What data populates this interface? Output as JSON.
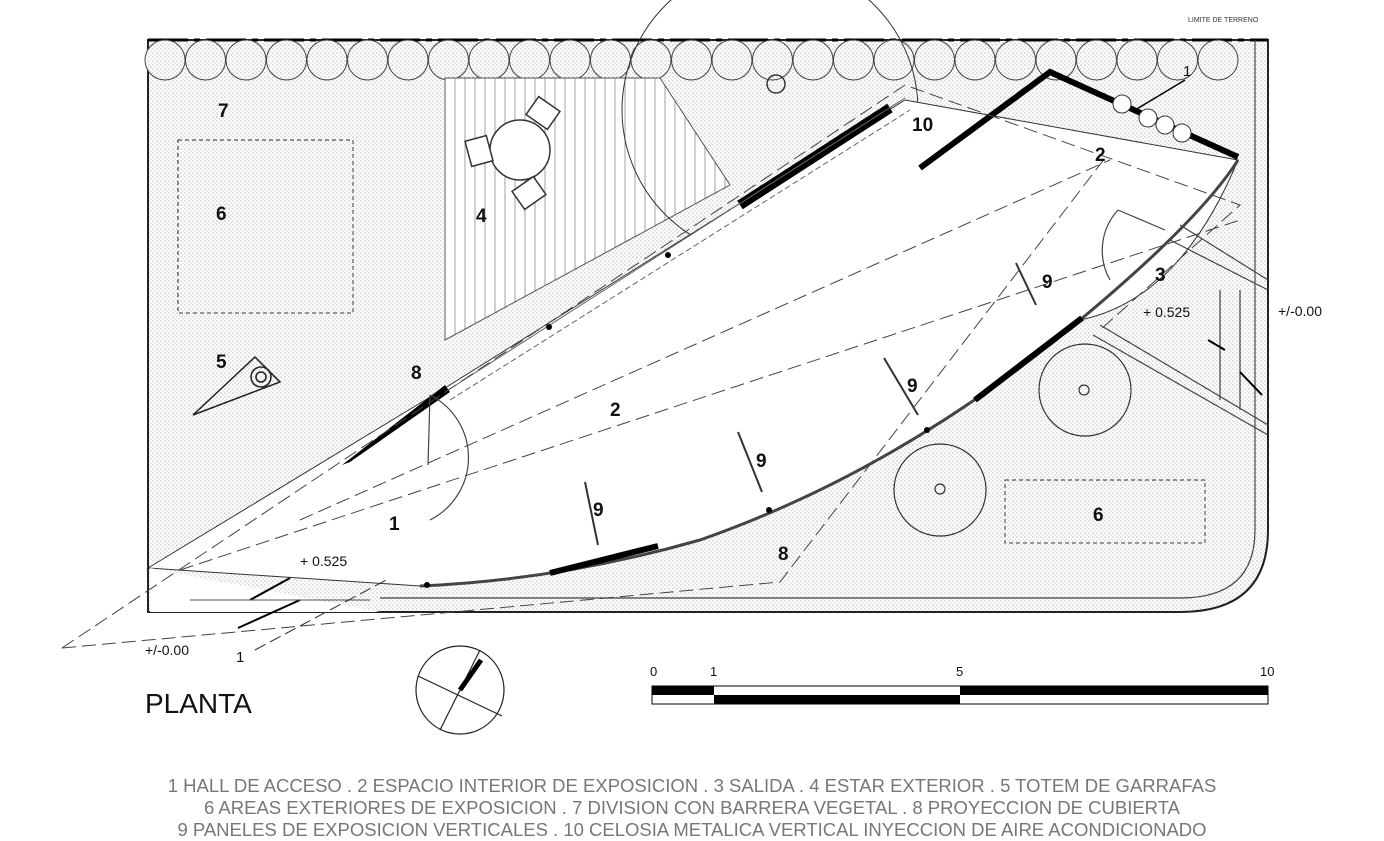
{
  "plan": {
    "title": "PLANTA",
    "boundary_label": "LIMITE  DE TERRENO",
    "labels": {
      "l7": "7",
      "l6a": "6",
      "l4": "4",
      "l5": "5",
      "l8a": "8",
      "l10": "10",
      "l2a": "2",
      "l2b": "2",
      "l3": "3",
      "l9a": "9",
      "l9b": "9",
      "l9c": "9",
      "l9d": "9",
      "l1": "1",
      "l8b": "8",
      "l6b": "6",
      "cut1": "1",
      "cut2": "1"
    },
    "levels": {
      "in1": "+ 0.525",
      "in2": "+ 0.525",
      "out1": "+/-0.00",
      "out2": "+/-0.00"
    }
  },
  "scale": {
    "ticks": [
      "0",
      "1",
      "5",
      "10"
    ]
  },
  "legend": [
    "1 HALL DE ACCESO  . 2 ESPACIO INTERIOR DE EXPOSICION  . 3 SALIDA  . 4 ESTAR  EXTERIOR  . 5 TOTEM DE GARRAFAS",
    "6   AREAS  EXTERIORES  DE  EXPOSICION    .    7  DIVISION CON BARRERA VEGETAL    .   8  PROYECCION DE CUBIERTA",
    "9  PANELES  DE  EXPOSICION  VERTICALES  .   10   CELOSIA  METALICA VERTICAL INYECCION  DE  AIRE ACONDICIONADO"
  ]
}
